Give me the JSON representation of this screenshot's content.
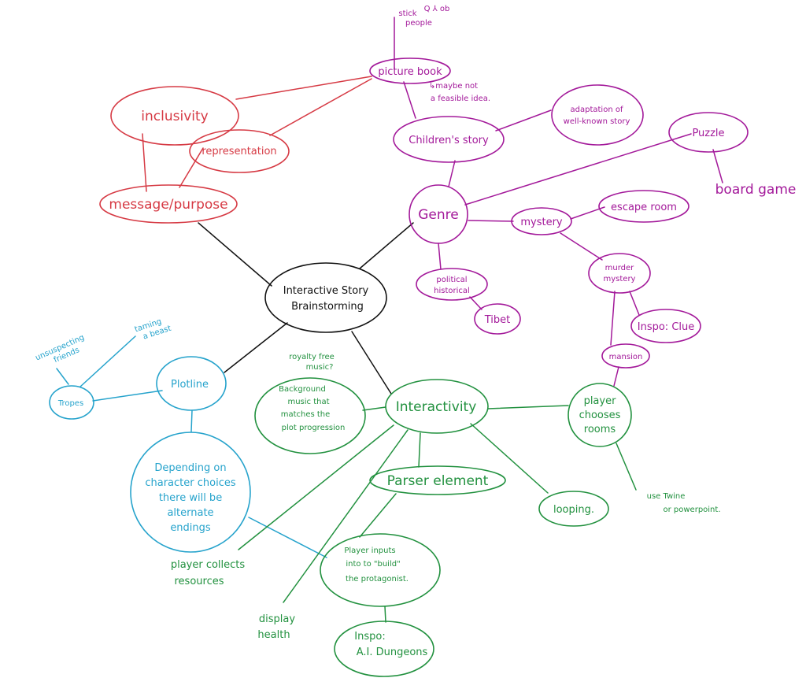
{
  "colors": {
    "black": "#111111",
    "red": "#d63a44",
    "purple": "#a3199a",
    "cyan": "#26a3cc",
    "green": "#22913f"
  },
  "center": {
    "line1": "Interactive Story",
    "line2": "Brainstorming"
  },
  "red_branch": {
    "inclusivity": "inclusivity",
    "representation": "representation",
    "message_purpose": "message/purpose"
  },
  "purple_branch": {
    "picture_book": "picture book",
    "stick_people": {
      "line1": "stick",
      "line2": "people",
      "scribble": "Q ⅄ ob"
    },
    "maybe_not": {
      "line1": "↳maybe not",
      "line2": "a feasible idea."
    },
    "childrens_story": "Children's story",
    "adaptation": {
      "line1": "adaptation of",
      "line2": "well-known story"
    },
    "puzzle": "Puzzle",
    "board_game": "board game",
    "genre": "Genre",
    "mystery": "mystery",
    "escape_room": "escape room",
    "murder_mystery": {
      "line1": "murder",
      "line2": "mystery"
    },
    "political": {
      "line1": "political",
      "line2": "historical"
    },
    "tibet": "Tibet",
    "inspo_clue": "Inspo: Clue",
    "mansion": "mansion"
  },
  "cyan_branch": {
    "plotline": "Plotline",
    "tropes": "Tropes",
    "unsuspecting": {
      "line1": "unsuspecting",
      "line2": "friends"
    },
    "taming": {
      "line1": "taming",
      "line2": "a beast"
    },
    "depending": {
      "line1": "Depending on",
      "line2": "character choices",
      "line3": "there will be",
      "line4": "alternate",
      "line5": "endings"
    }
  },
  "green_branch": {
    "interactivity": "Interactivity",
    "royalty": {
      "line1": "royalty free",
      "line2": "music?"
    },
    "background": {
      "line1": "Background",
      "line2": "music that",
      "line3": "matches the",
      "line4": "plot progression"
    },
    "player_chooses": {
      "line1": "player",
      "line2": "chooses",
      "line3": "rooms"
    },
    "use_twine": {
      "line1": "use Twine",
      "line2": "or powerpoint."
    },
    "parser": "Parser element",
    "looping": "looping.",
    "player_inputs": {
      "line1": "Player inputs",
      "line2": "into to \"build\"",
      "line3": "the protagonist."
    },
    "collects": {
      "line1": "player collects",
      "line2": "resources"
    },
    "display": {
      "line1": "display",
      "line2": "health"
    },
    "inspo_ai": {
      "line1": "Inspo:",
      "line2": "A.I. Dungeons"
    }
  }
}
